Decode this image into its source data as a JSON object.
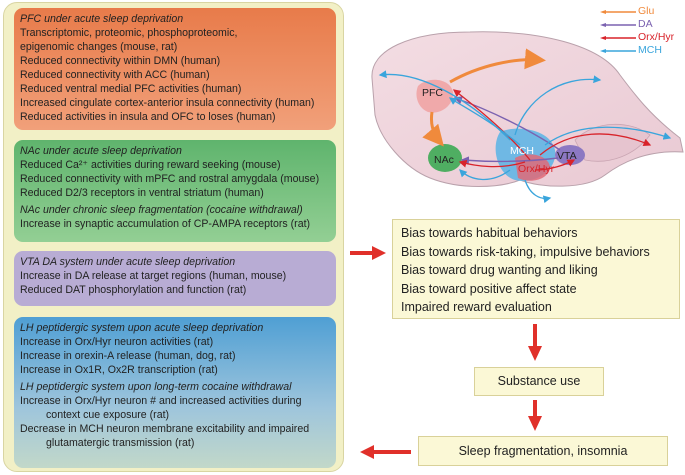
{
  "pfc": {
    "title": "PFC under acute sleep deprivation",
    "lines": [
      "Transcriptomic, proteomic, phosphoproteomic,",
      "epigenomic changes (mouse, rat)",
      "Reduced connectivity within DMN (human)",
      "Reduced connectivity with ACC (human)",
      "Reduced ventral medial PFC activities (human)",
      "Increased cingulate cortex-anterior insula connectivity (human)",
      "Reduced activities in insula and OFC to loses (human)"
    ]
  },
  "nac": {
    "title": "NAc under acute sleep deprivation",
    "lines": [
      "Reduced Ca²⁺ activities during reward seeking (mouse)",
      "Reduced connectivity with mPFC and rostral amygdala (mouse)",
      "Reduced D2/3 receptors in ventral striatum (human)"
    ],
    "title2": "NAc under chronic sleep fragmentation (cocaine withdrawal)",
    "lines2": [
      "Increase in synaptic accumulation of CP-AMPA receptors (rat)"
    ]
  },
  "vta": {
    "title": "VTA DA system under acute sleep deprivation",
    "lines": [
      "Increase in DA release at target regions (human, mouse)",
      "Reduced DAT phosphorylation and function (rat)"
    ]
  },
  "lh": {
    "title": "LH peptidergic system upon acute sleep deprivation",
    "lines": [
      "Increase in Orx/Hyr neuron activities (rat)",
      "Increase in orexin-A release (human, dog, rat)",
      "Increase in Ox1R, Ox2R transcription (rat)"
    ],
    "title2": "LH peptidergic system upon long-term cocaine withdrawal",
    "lines2a": [
      "Increase in Orx/Hyr neuron # and increased activities during",
      "context cue exposure (rat)"
    ],
    "lines2b": [
      "Decrease in MCH neuron membrane excitability and impaired",
      "glutamatergic transmission (rat)"
    ]
  },
  "legend": [
    {
      "label": "Glu",
      "color": "#f08a3c"
    },
    {
      "label": "DA",
      "color": "#7b62b0"
    },
    {
      "label": "Orx/Hyr",
      "color": "#d8232a"
    },
    {
      "label": "MCH",
      "color": "#3aa5dc"
    }
  ],
  "brain_labels": {
    "pfc": "PFC",
    "nac": "NAc",
    "vta": "VTA",
    "mch": "MCH",
    "orx": "Orx/Hyr"
  },
  "outcomes": {
    "bias": [
      "Bias towards habitual behaviors",
      "Bias towards risk-taking, impulsive behaviors",
      "Bias toward drug wanting and liking",
      "Bias toward positive affect state",
      "Impaired reward evaluation"
    ],
    "substance": "Substance use",
    "sleep": "Sleep fragmentation, insomnia"
  },
  "arrow_color": "#e0302a"
}
